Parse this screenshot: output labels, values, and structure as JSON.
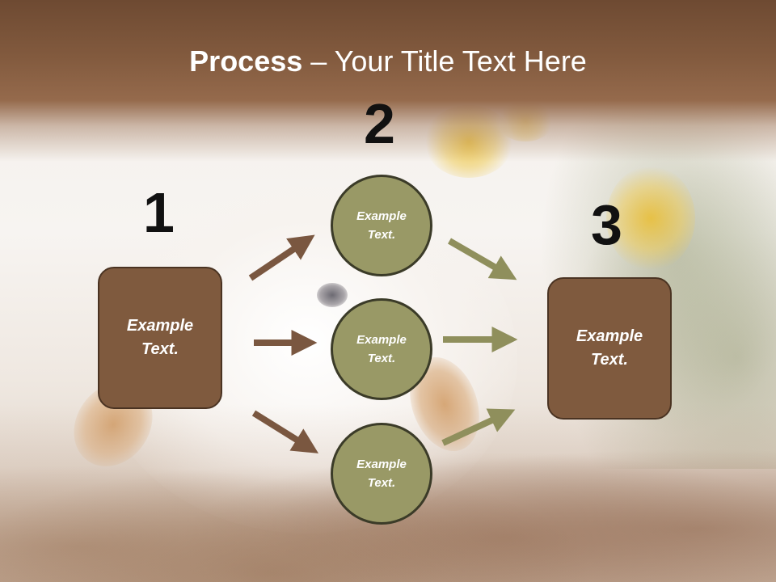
{
  "title": {
    "bold": "Process",
    "rest": " – Your Title Text Here"
  },
  "steps": {
    "one": "1",
    "two": "2",
    "three": "3"
  },
  "left_box": {
    "text": "Example\nText."
  },
  "circles": [
    {
      "text": "Example\nText."
    },
    {
      "text": "Example\nText."
    },
    {
      "text": "Example\nText."
    }
  ],
  "right_box": {
    "text": "Example\nText."
  },
  "colors": {
    "header": "#825a3e",
    "box_fill": "#7f5a3e",
    "circle_fill": "#999966",
    "arrow_brown": "#7a5740",
    "arrow_olive": "#8f8f5c"
  }
}
